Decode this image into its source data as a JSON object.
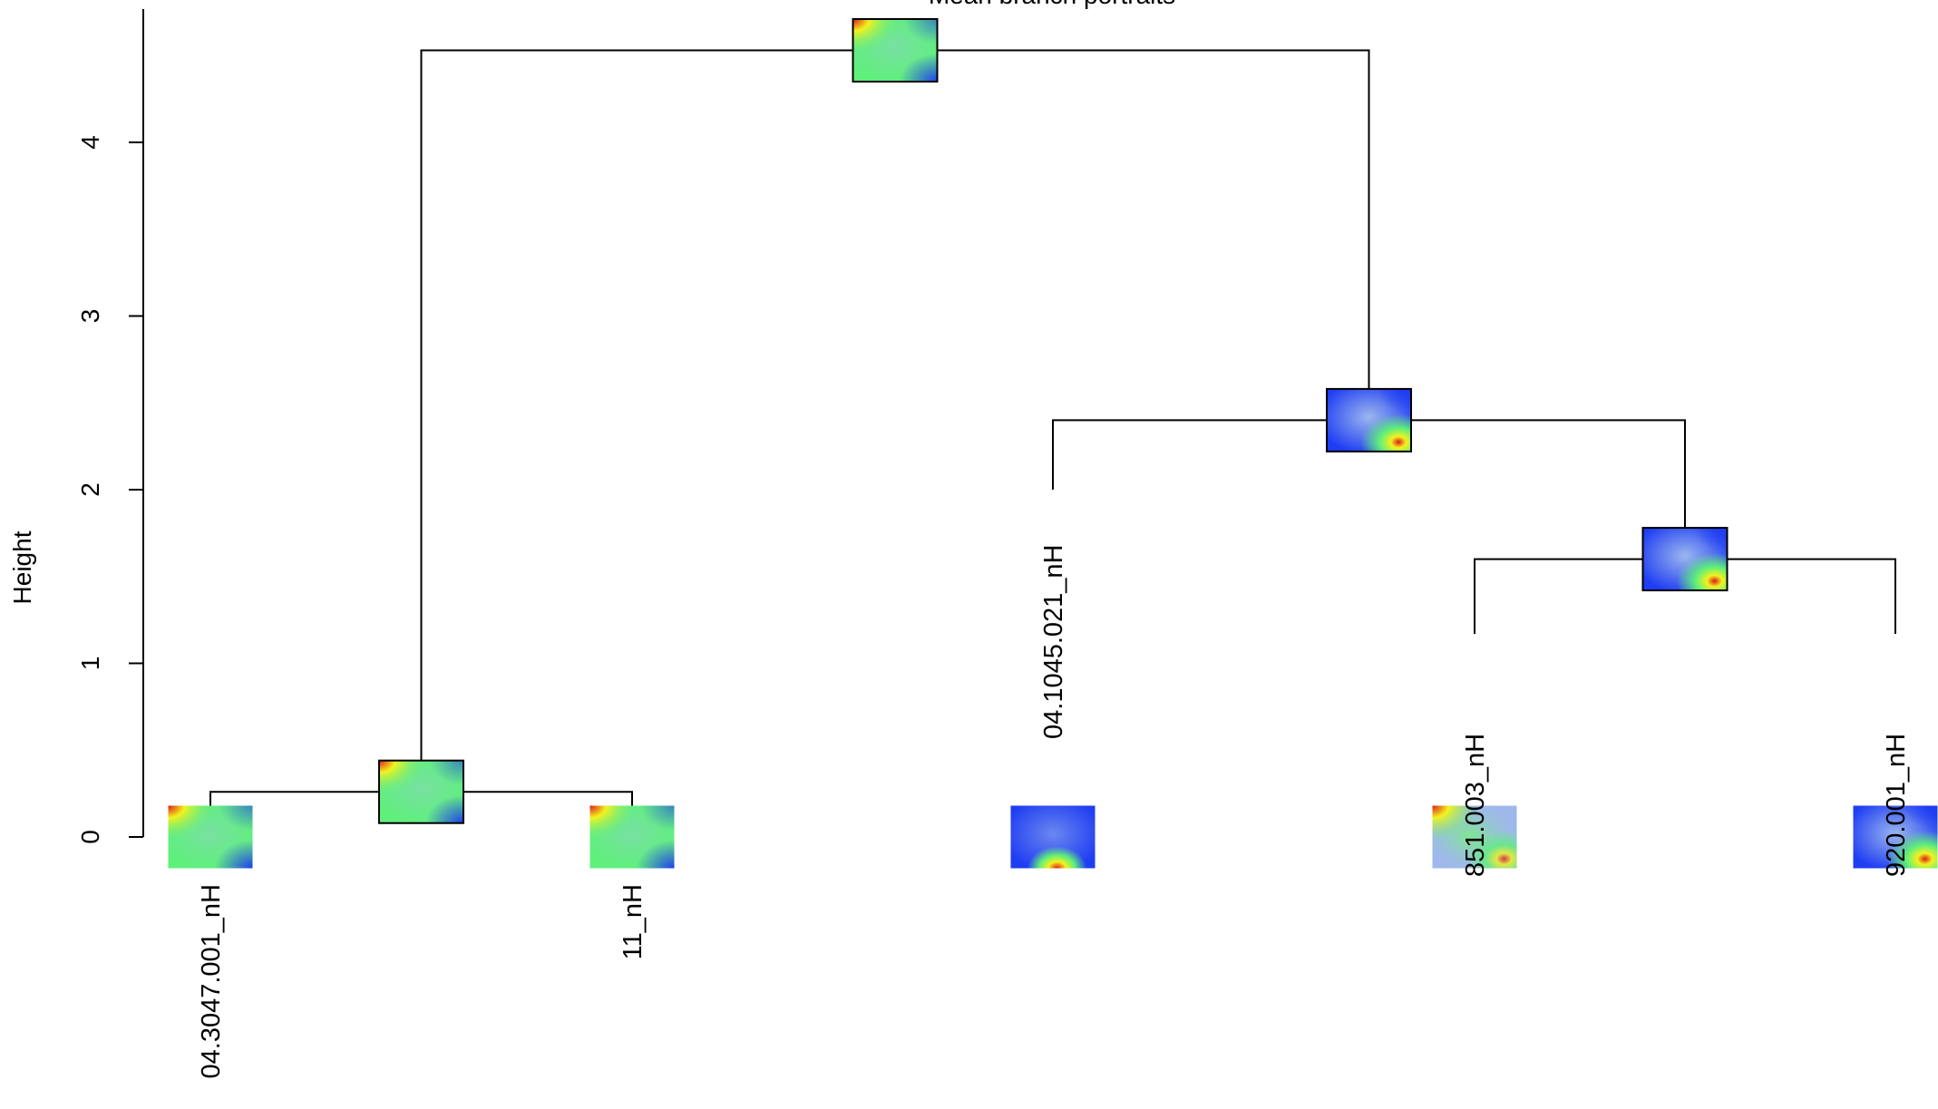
{
  "title": "Mean branch portraits",
  "ylabel": "Height",
  "yaxis": {
    "range": [
      0,
      4.6
    ],
    "ticks": [
      0,
      1,
      2,
      3,
      4
    ]
  },
  "leaves": [
    {
      "id": "leaf-1",
      "label": "04.3047.001_nH",
      "heatmap": "green-redtop"
    },
    {
      "id": "leaf-2",
      "label": "11_nH",
      "heatmap": "green-redtop"
    },
    {
      "id": "leaf-3",
      "label": "04.1045.021_nH",
      "heatmap": "blue-redbottom"
    },
    {
      "id": "leaf-4",
      "label": "851.003_nH",
      "heatmap": "mixed"
    },
    {
      "id": "leaf-5",
      "label": "920.001_nH",
      "heatmap": "blue-greenright"
    }
  ],
  "merges": [
    {
      "id": "m1",
      "height": 0.26,
      "children": [
        "leaf-1",
        "leaf-2"
      ],
      "heatmap": "green-redtop"
    },
    {
      "id": "m2",
      "height": 1.6,
      "children": [
        "leaf-4",
        "leaf-5"
      ],
      "heatmap": "blue-greenright"
    },
    {
      "id": "m3",
      "height": 2.4,
      "children": [
        "leaf-3",
        "m2"
      ],
      "heatmap": "blue-greenright"
    },
    {
      "id": "m4",
      "height": 4.53,
      "children": [
        "m1",
        "m3"
      ],
      "heatmap": "green-redtop"
    }
  ],
  "colors": {
    "blue": "#1f3df2",
    "light_blue": "#9fb8ec",
    "green": "#5ef07a",
    "yellow": "#f2f21e",
    "red": "#e01a1a",
    "line": "#000000"
  }
}
